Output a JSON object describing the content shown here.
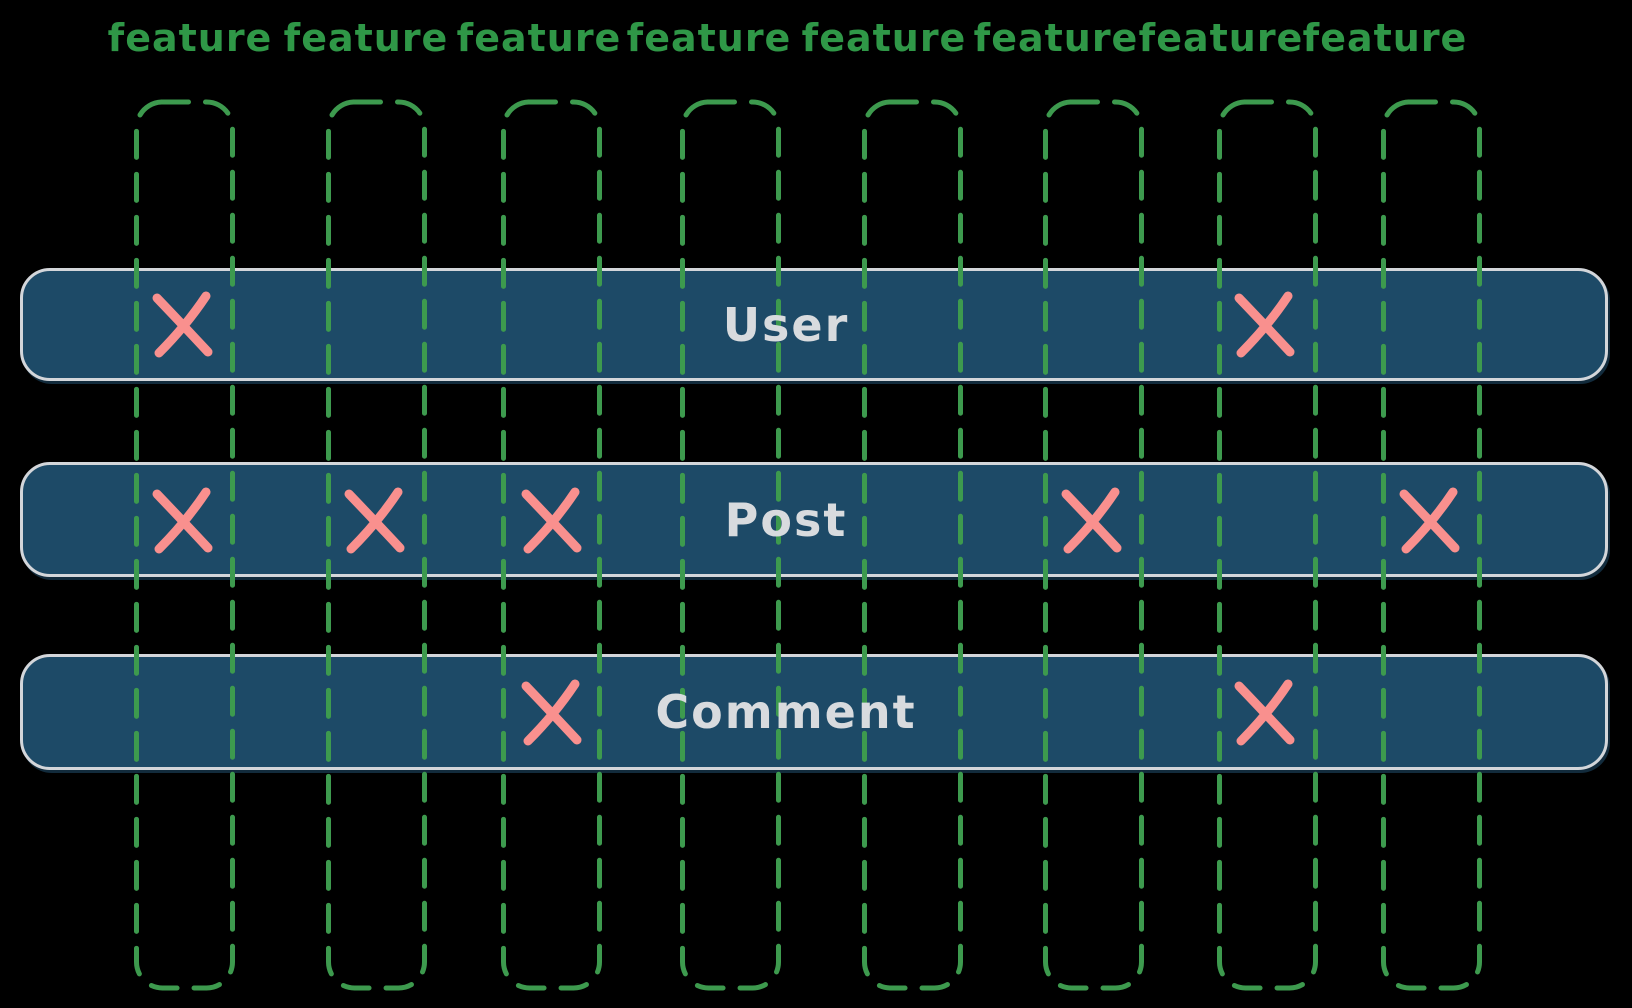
{
  "diagram": {
    "type": "feature-entity-matrix",
    "feature_labels": [
      "feature",
      "feature",
      "feature",
      "feature",
      "feature",
      "feature",
      "feature",
      "feature"
    ],
    "entities": [
      {
        "name": "User",
        "marked_feature_indexes": [
          0,
          6
        ]
      },
      {
        "name": "Post",
        "marked_feature_indexes": [
          0,
          1,
          2,
          5,
          7
        ]
      },
      {
        "name": "Comment",
        "marked_feature_indexes": [
          2,
          6
        ]
      }
    ],
    "mark_glyph": "x-cross",
    "colors": {
      "background": "#000000",
      "feature_label_green": "#2f9747",
      "column_dash_green": "#3d9a4e",
      "row_fill_navy": "#1d4a67",
      "row_border_gray": "#d3d6da",
      "row_text_gray": "#d8dbde",
      "x_mark_salmon": "#f9908e"
    }
  }
}
